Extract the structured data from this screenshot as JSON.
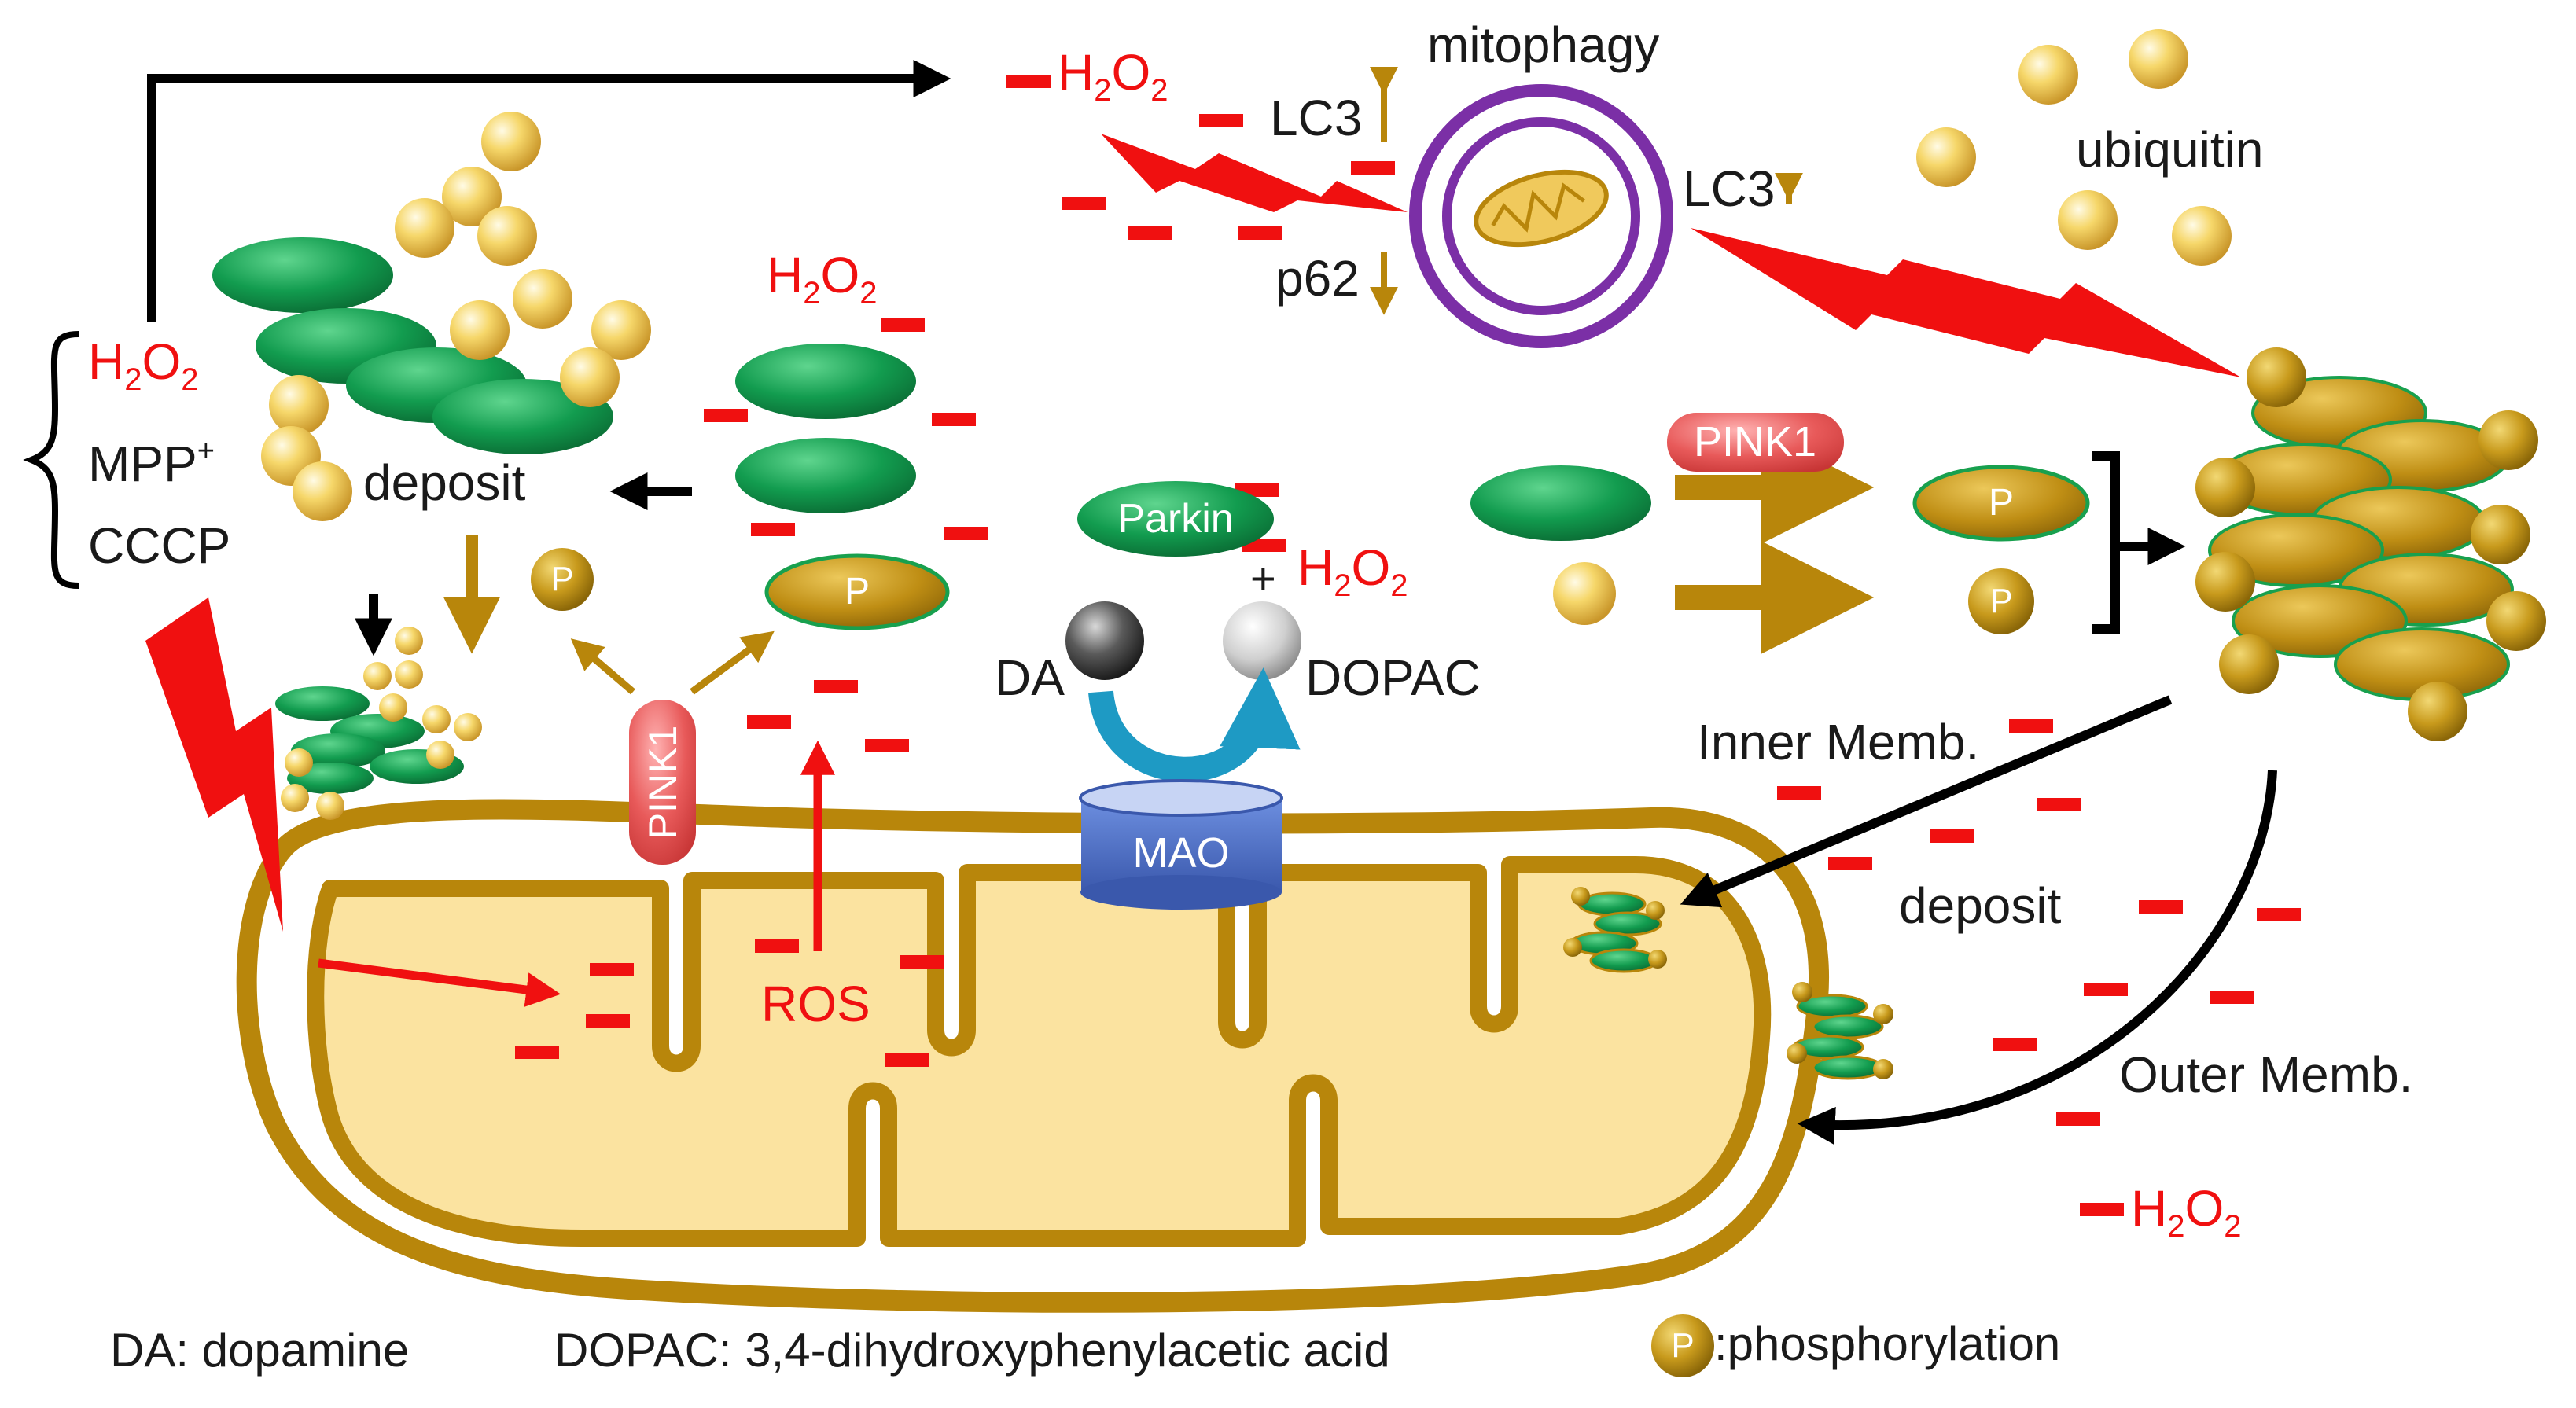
{
  "labels": {
    "h2o2_base": "H",
    "h2o2_sub1": "2",
    "h2o2_mid": "O",
    "h2o2_sub2": "2",
    "mpp_base": "MPP",
    "mpp_sup": "+",
    "cccp": "CCCP",
    "deposit": "deposit",
    "mitophagy": "mitophagy",
    "lc3": "LC3",
    "p62": "p62",
    "ubiquitin": "ubiquitin",
    "pink1": "PINK1",
    "parkin": "Parkin",
    "p": "P",
    "plus": "+",
    "da": "DA",
    "dopac": "DOPAC",
    "mao": "MAO",
    "ros": "ROS",
    "inner_membrane": "Inner Memb.",
    "outer_membrane": "Outer Memb."
  },
  "legend": {
    "da": "DA: dopamine",
    "dopac": "DOPAC: 3,4-dihydroxyphenylacetic acid",
    "p_symbol": "P",
    "phosphorylation": ":phosphorylation"
  },
  "colors": {
    "ros_red": "#f01010",
    "membrane_gold": "#b8860b",
    "matrix_cream": "#fbe3a0",
    "protein_green": "#10914a",
    "ubiquitin_gold": "#f2c84a",
    "mitophagy_purple": "#7b2fa6",
    "mao_blue": "#4b6fc4",
    "arrow_teal": "#1e9ac4",
    "pink1_red": "#e24a4a"
  }
}
